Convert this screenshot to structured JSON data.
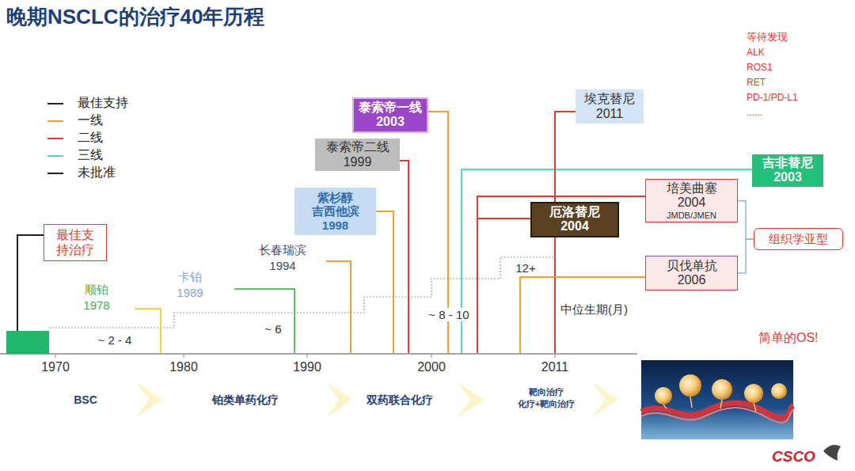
{
  "diagram": {
    "title": "晚期NSCLC的治疗40年历程",
    "nodes": [
      {
        "text": [
          "最佳支持治疗"
        ]
      },
      {
        "text": [
          "泰索帝一线",
          "2003"
        ]
      },
      {
        "text": [
          "泰索帝二线",
          "1999"
        ]
      },
      {
        "text": [
          "紫杉醇",
          "吉西他滨",
          "1998"
        ]
      },
      {
        "text": [
          "埃克替尼",
          "2011"
        ]
      },
      {
        "text": [
          "吉非替尼",
          "2003"
        ]
      },
      {
        "text": [
          "培美曲塞",
          "2004",
          "JMDB/JMEN"
        ]
      },
      {
        "text": [
          "厄洛替尼",
          "2004"
        ]
      },
      {
        "text": [
          "组织学亚型"
        ]
      },
      {
        "text": [
          "贝伐单抗",
          "2006"
        ]
      }
    ],
    "edges": [
      {
        "from": 6,
        "to": 8,
        "arrow": "none"
      },
      {
        "from": 9,
        "to": 8,
        "arrow": "none"
      }
    ],
    "labels": [
      "等待发现",
      "ALK",
      "ROS1",
      "RET",
      "PD-1/PD-L1",
      "......",
      "顺铂",
      "1978",
      "卡铂",
      "1989",
      "长春瑞滨",
      "1994",
      "~ 2 - 4",
      "~ 6",
      "~ 8 - 10",
      "12+",
      "中位生期(月)",
      "1970",
      "1980",
      "1990",
      "2000",
      "2011",
      "BSC",
      "铂类单药化疗",
      "双药联合化疗",
      "靶向治疗",
      "化疗+靶向治疗",
      "简单的OS!",
      "CSCO"
    ],
    "legend": [
      {
        "text": "最佳支持",
        "color": "#222222"
      },
      {
        "text": "一线",
        "color": "#f0a030"
      },
      {
        "text": "二线",
        "color": "#e8392e"
      },
      {
        "text": "三线",
        "color": "#4dd9c8"
      },
      {
        "text": "未批准",
        "color": "#222222"
      }
    ]
  }
}
